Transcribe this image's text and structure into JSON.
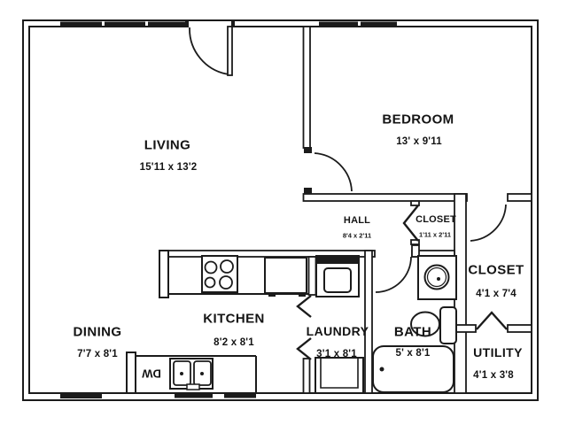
{
  "rooms": {
    "living": {
      "label": "LIVING",
      "dims": "15'11 x 13'2"
    },
    "bedroom": {
      "label": "BEDROOM",
      "dims": "13' x 9'11"
    },
    "dining": {
      "label": "DINING",
      "dims": "7'7 x 8'1"
    },
    "kitchen": {
      "label": "KITCHEN",
      "dims": "8'2 x 8'1"
    },
    "laundry": {
      "label": "LAUNDRY",
      "dims": "3'1 x 8'1"
    },
    "bath": {
      "label": "BATH",
      "dims": "5' x 8'1"
    },
    "utility": {
      "label": "UTILITY",
      "dims": "4'1 x 3'8"
    },
    "hall": {
      "label": "HALL",
      "dims": "8'4 x 2'11"
    },
    "closet_small": {
      "label": "CLOSET",
      "dims": "1'11 x 2'11"
    },
    "closet_large": {
      "label": "CLOSET",
      "dims": "4'1 x 7'4"
    }
  },
  "fixtures": {
    "dishwasher_label": "DW"
  },
  "colors": {
    "line": "#1b1b1b",
    "background": "#ffffff"
  }
}
